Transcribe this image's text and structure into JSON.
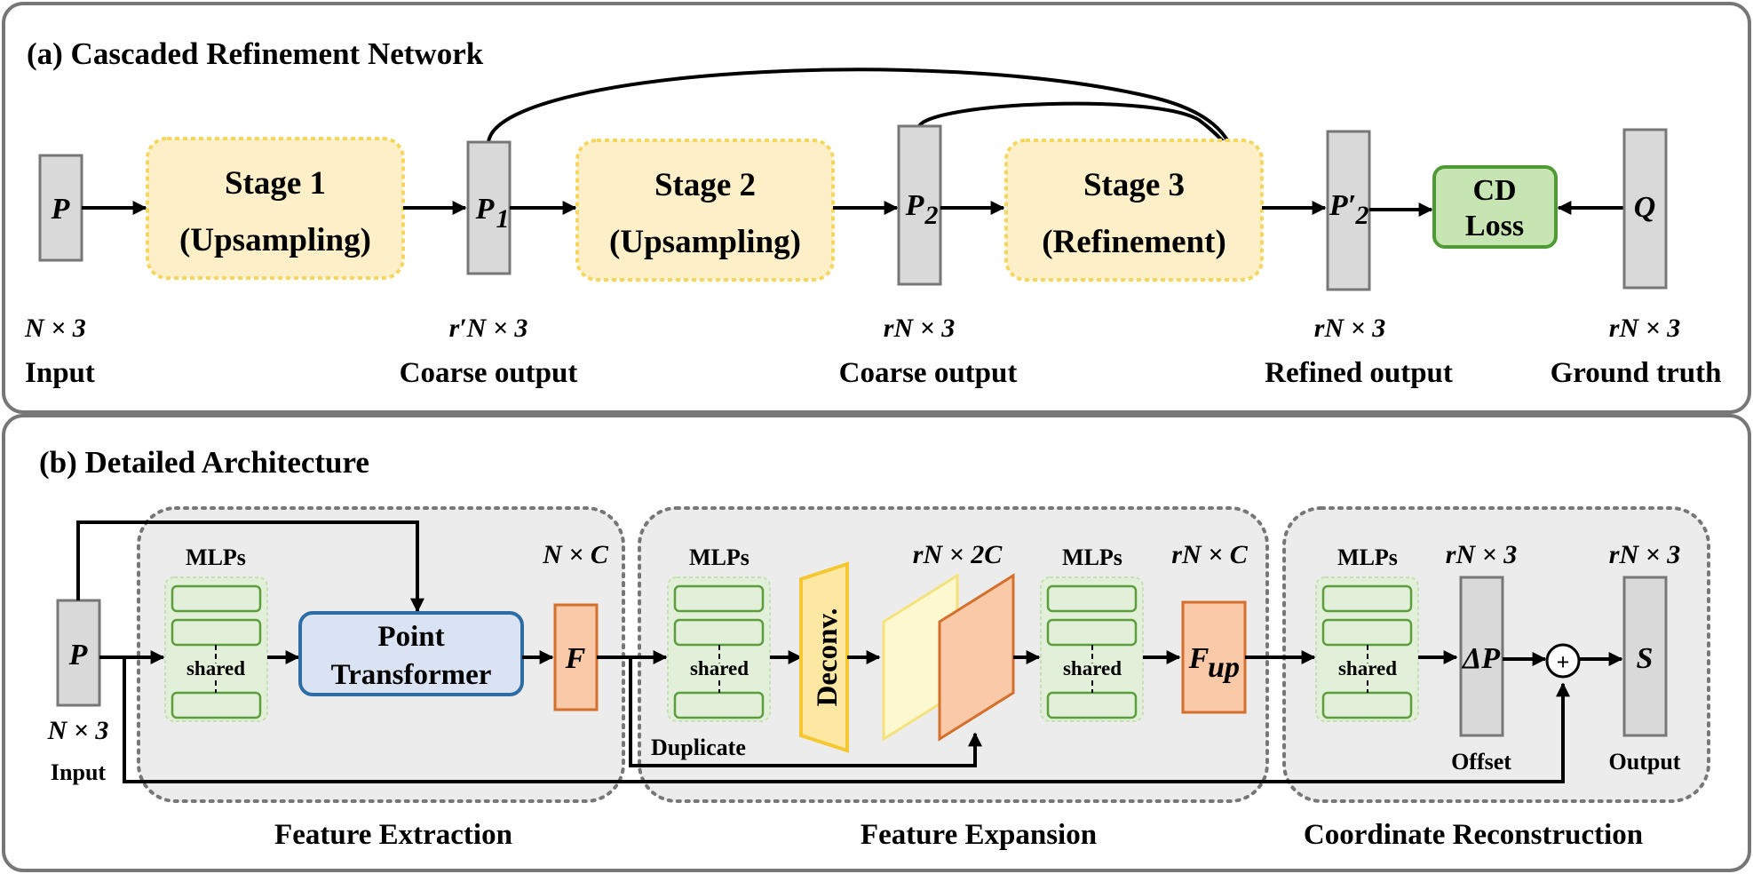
{
  "panel_a": {
    "title": "(a) Cascaded Refinement Network",
    "stages": [
      {
        "line1": "Stage 1",
        "line2": "(Upsampling)"
      },
      {
        "line1": "Stage 2",
        "line2": "(Upsampling)"
      },
      {
        "line1": "Stage 3",
        "line2": "(Refinement)"
      }
    ],
    "loss": {
      "line1": "CD",
      "line2": "Loss"
    },
    "nodes": [
      {
        "symbol": "P",
        "dim": "N × 3",
        "caption": "Input"
      },
      {
        "symbol": "P",
        "sub": "1",
        "dim": "r′N × 3",
        "caption": "Coarse output"
      },
      {
        "symbol": "P",
        "sub": "2",
        "dim": "rN × 3",
        "caption": "Coarse output"
      },
      {
        "symbol": "P′",
        "sub": "2",
        "dim": "rN × 3",
        "caption": "Refined output"
      },
      {
        "symbol": "Q",
        "dim": "rN × 3",
        "caption": "Ground truth"
      }
    ]
  },
  "panel_b": {
    "title": "(b) Detailed Architecture",
    "input": {
      "symbol": "P",
      "dim": "N × 3",
      "caption": "Input"
    },
    "mlps_label": "MLPs",
    "shared_label": "shared",
    "point_transformer": {
      "line1": "Point",
      "line2": "Transformer"
    },
    "feature": {
      "symbol": "F",
      "dim": "N × C"
    },
    "duplicate_label": "Duplicate",
    "deconv_label": "Deconv.",
    "expanded_dim": "rN × 2C",
    "feature_up": {
      "symbol": "F",
      "sub": "up",
      "dim": "rN × C"
    },
    "offset": {
      "symbol": "ΔP",
      "dim": "rN × 3",
      "caption": "Offset"
    },
    "plus_symbol": "+",
    "output": {
      "symbol": "S",
      "dim": "rN × 3",
      "caption": "Output"
    },
    "sections": [
      "Feature Extraction",
      "Feature Expansion",
      "Coordinate Reconstruction"
    ]
  },
  "colors": {
    "stage_fill": "#fdf0c8",
    "stage_border": "#f5d75f",
    "node_fill": "#d9d9d9",
    "loss_fill": "#c6e5b3",
    "loss_border": "#4f9a34",
    "mlp_fill": "#e2f0d9",
    "mlp_border": "#5c9e3c",
    "transformer_fill": "#dae3f3",
    "transformer_border": "#2e6da4",
    "feature_fill": "#f9c9a8",
    "feature_border": "#d46f2c",
    "group_fill": "#ececec"
  }
}
